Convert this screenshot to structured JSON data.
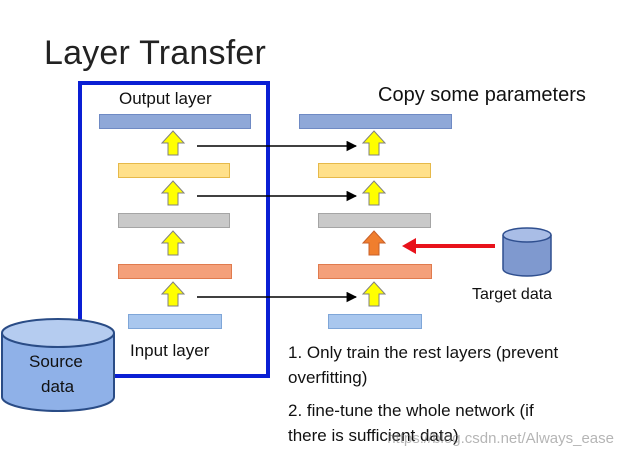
{
  "title": "Layer Transfer",
  "labels": {
    "output_layer": "Output layer",
    "input_layer": "Input layer",
    "copy": "Copy some parameters",
    "target": "Target data",
    "source_line1": "Source",
    "source_line2": "data"
  },
  "notes": {
    "note1_line1": "1. Only train the rest layers (prevent",
    "note1_line2": "overfitting)",
    "note2_line1": "2. fine-tune the whole network (if",
    "note2_line2": "there is sufficient data)"
  },
  "watermark": "https://blog.csdn.net/Always_ease",
  "colors": {
    "frame": "#0a1fd4",
    "red_arrow": "#e8121b",
    "up_arrow_yellow": "#ffff00",
    "up_arrow_orange": "#f07e2e"
  },
  "icons": {
    "up_arrow": "up-arrow-icon",
    "database": "cylinder-database-icon"
  }
}
